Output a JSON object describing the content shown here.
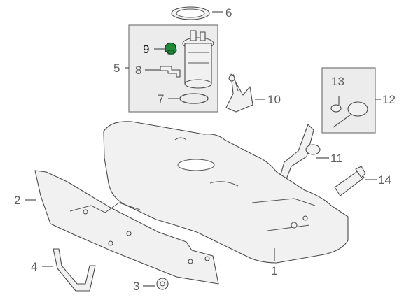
{
  "diagram": {
    "callouts": [
      {
        "id": "1",
        "text": "1"
      },
      {
        "id": "2",
        "text": "2"
      },
      {
        "id": "3",
        "text": "3"
      },
      {
        "id": "4",
        "text": "4"
      },
      {
        "id": "5",
        "text": "5"
      },
      {
        "id": "6",
        "text": "6"
      },
      {
        "id": "7",
        "text": "7"
      },
      {
        "id": "8",
        "text": "8"
      },
      {
        "id": "9",
        "text": "9"
      },
      {
        "id": "10",
        "text": "10"
      },
      {
        "id": "11",
        "text": "11"
      },
      {
        "id": "12",
        "text": "12"
      },
      {
        "id": "13",
        "text": "13"
      },
      {
        "id": "14",
        "text": "14"
      }
    ],
    "highlighted_part": "9",
    "colors": {
      "highlight": "#1f8a3a",
      "line": "#4a4a4a",
      "group_box_fill": "#ececec"
    }
  }
}
